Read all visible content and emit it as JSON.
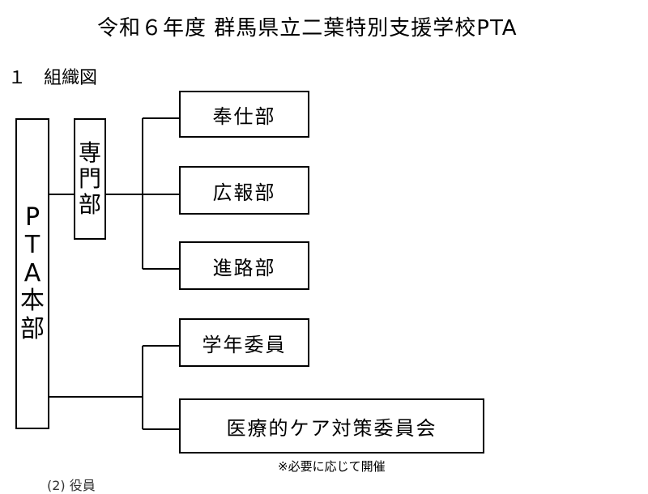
{
  "title": "令和６年度 群馬県立二葉特別支援学校PTA",
  "section_heading": "１　組織図",
  "diagram": {
    "hq_label": "PTA本部",
    "specialist_label": "専門部",
    "committees": [
      "奉仕部",
      "広報部",
      "進路部"
    ],
    "members": [
      "学年委員",
      "医療的ケア対策委員会"
    ],
    "note": "※必要に応じて開催",
    "cut_text": "(2) 役員"
  }
}
